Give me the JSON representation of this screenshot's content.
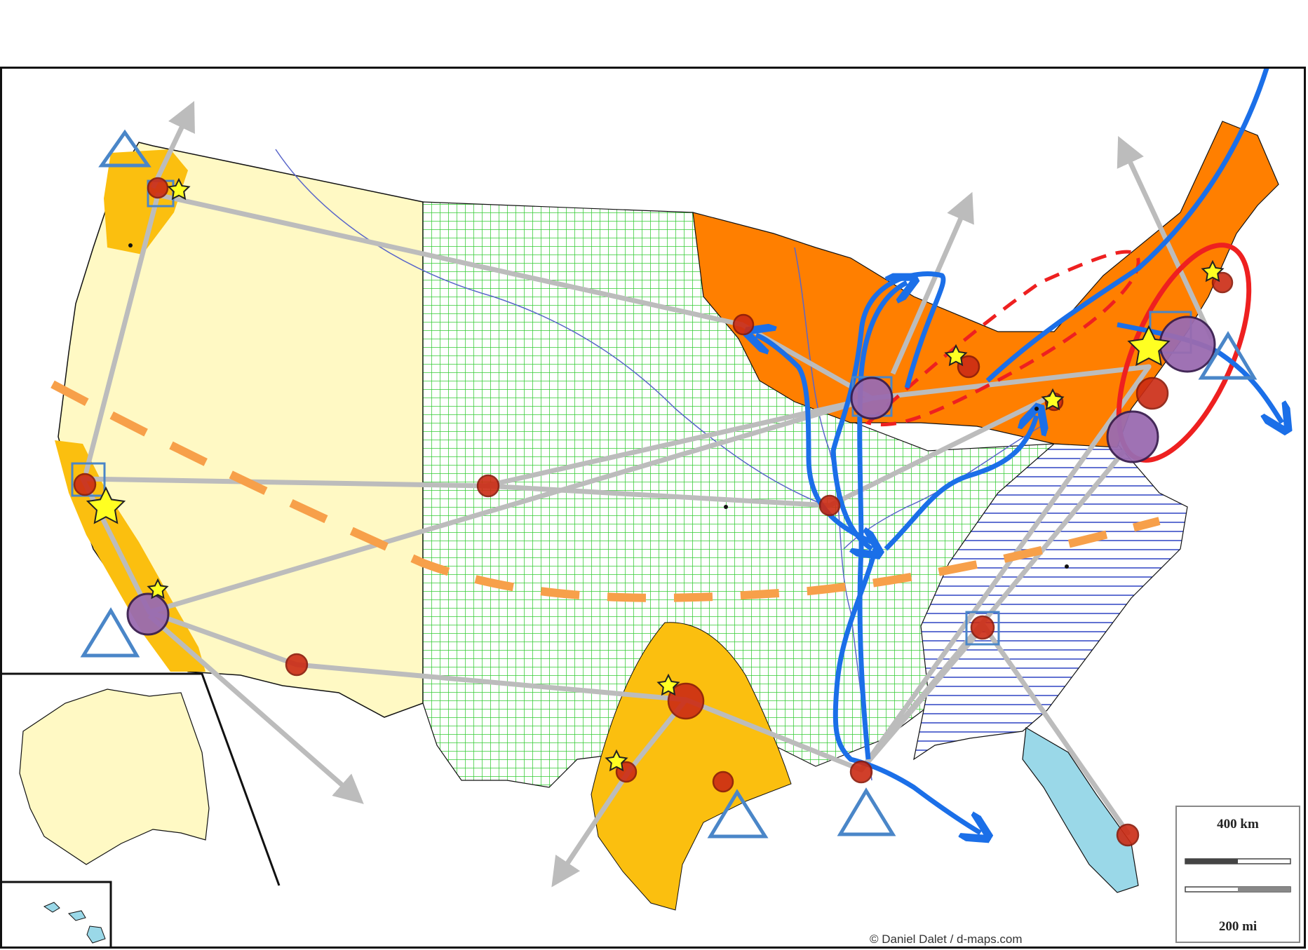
{
  "map": {
    "credit": "© Daniel Dalet / d-maps.com",
    "scale": {
      "km_label": "400 km",
      "mi_label": "200 mi"
    }
  },
  "colors": {
    "sunbelt_orange": "#fbbf0f",
    "manufacturing_belt": "#ff7f00",
    "west_pale": "#fff9c4",
    "plains_grid_green": "#33cc33",
    "southeast_lines_blue": "#3a4fc7",
    "florida_blue": "#9ad8e8",
    "flow_arrow_blue": "#1b6fe8",
    "network_gray": "#bcbcbc",
    "dashed_line_orange": "#f7a04a",
    "megalopolis_red": "#ee2020",
    "city_red": "#cc2b14",
    "metropolis_purple": "#9a6bb0",
    "star_yellow": "#ffff22",
    "port_triangle_blue": "#4a86c8"
  },
  "symbols": {
    "cities": [
      "seattle",
      "san-francisco",
      "los-angeles",
      "phoenix",
      "salt-lake-city",
      "denver",
      "minneapolis",
      "chicago",
      "detroit",
      "st-louis",
      "pittsburgh",
      "new-york",
      "boston",
      "washington",
      "philadelphia",
      "atlanta",
      "dallas",
      "houston",
      "san-antonio",
      "new-orleans",
      "miami"
    ],
    "metropolises": [
      "los-angeles",
      "chicago",
      "new-york",
      "washington"
    ],
    "tech-hubs": [
      "seattle",
      "san-francisco",
      "los-angeles",
      "detroit",
      "pittsburgh",
      "new-york",
      "boston",
      "dallas",
      "san-antonio"
    ],
    "ports": [
      "seattle-port",
      "los-angeles-port",
      "houston-port",
      "new-orleans-port",
      "new-york-port"
    ],
    "air-hubs": [
      "seattle-hub",
      "san-francisco-hub",
      "chicago-hub",
      "new-york-hub",
      "atlanta-hub"
    ]
  }
}
